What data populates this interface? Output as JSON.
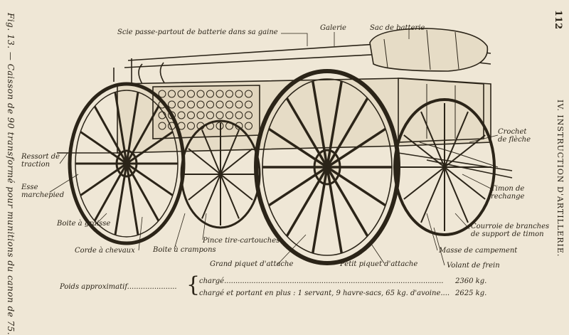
{
  "page": {
    "number": "112",
    "figure_caption": "Fig. 13. — Caisson de 90 transformé pour munitions du canon de 75.",
    "side_header": "IV. INSTRUCTION D'ARTILLERIE."
  },
  "labels": {
    "scie": "Scie passe-partout de batterie dans sa gaine",
    "galerie": "Galerie",
    "sac": "Sac de batterie",
    "crochet": "Crochet\nde flèche",
    "ressort": "Ressort de\ntraction",
    "esse": "Esse\nmarchepied",
    "timon": "Timon de\nrechange",
    "courroie": "Courroie de branches\nde support de timon",
    "boite_graisse": "Boite à graisse",
    "corde": "Corde à chevaux",
    "boite_crampons": "Boite à crampons",
    "pince": "Pince tire-cartouches",
    "grand_piquet": "Grand piquet d'attache",
    "petit_piquet": "Petit piquet d'attache",
    "masse": "Masse de campement",
    "volant": "Volant de frein"
  },
  "weights": {
    "label": "Poids approximatif",
    "dots": "......................",
    "row1_text": "chargé",
    "row1_dots": ".................................................................................................",
    "row1_value": "2360 kg.",
    "row2_text": "chargé et portant en plus : 1 servant, 9 havre-sacs, 65 kg. d'avoine",
    "row2_dots": "....",
    "row2_value": "2625 kg."
  }
}
